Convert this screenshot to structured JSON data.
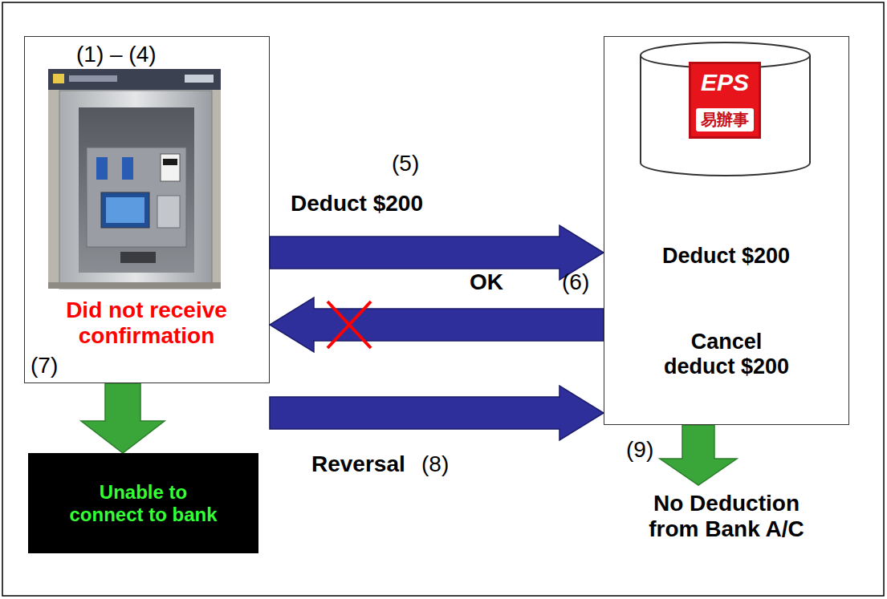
{
  "diagram": {
    "nodes": [
      {
        "text": [
          "Did not receive confirmation"
        ]
      },
      {
        "text": [
          "Unable to connect to bank"
        ]
      },
      {
        "text": [
          "Deduct $200",
          "Cancel deduct $200"
        ]
      },
      {
        "text": [
          "EPS",
          "易辦事"
        ],
        "in": 2
      }
    ],
    "edges": [
      {
        "from": 0,
        "to": 2,
        "arrow": "to",
        "label": "Deduct $200"
      },
      {
        "from": 2,
        "to": 0,
        "arrow": "to",
        "label": "OK"
      },
      {
        "from": 0,
        "to": 2,
        "arrow": "to",
        "label": "Reversal"
      },
      {
        "from": 0,
        "to": 1,
        "arrow": "to"
      }
    ],
    "labels": [
      "(1) – (4)",
      "(5)",
      "(6)",
      "(7)",
      "(8)",
      "(9)",
      "No Deduction from Bank A/C"
    ]
  }
}
